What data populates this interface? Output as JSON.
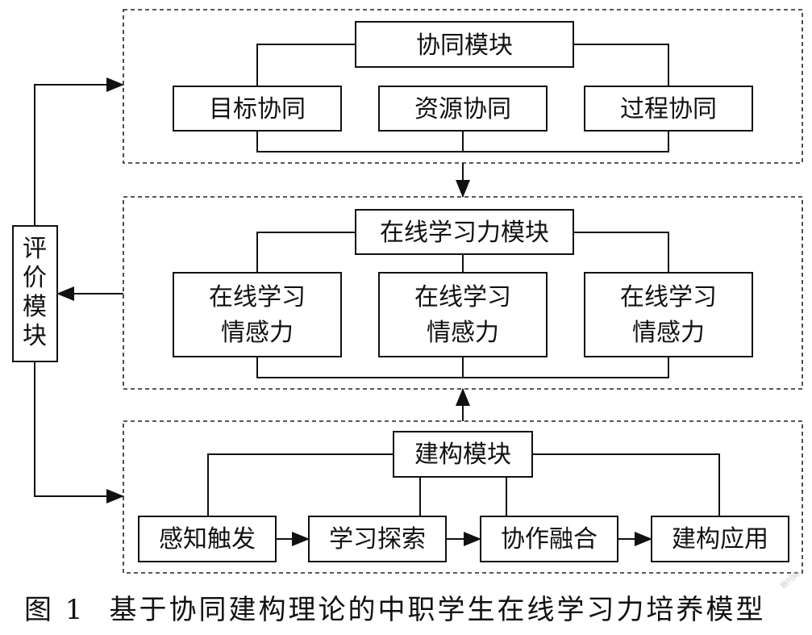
{
  "collab_module": {
    "title": "协同模块",
    "items": [
      "目标协同",
      "资源协同",
      "过程协同"
    ]
  },
  "online_module": {
    "title": "在线学习力模块",
    "items": [
      {
        "line1": "在线学习",
        "line2": "情感力"
      },
      {
        "line1": "在线学习",
        "line2": "情感力"
      },
      {
        "line1": "在线学习",
        "line2": "情感力"
      }
    ]
  },
  "construct_module": {
    "title": "建构模块",
    "steps": [
      "感知触发",
      "学习探索",
      "协作融合",
      "建构应用"
    ]
  },
  "eval_module": {
    "chars": [
      "评",
      "价",
      "模",
      "块"
    ]
  },
  "caption": {
    "figure_num": "图 1",
    "text": "基于协同建构理论的中职学生在线学习力培养模型"
  },
  "watermark": "期刊网"
}
